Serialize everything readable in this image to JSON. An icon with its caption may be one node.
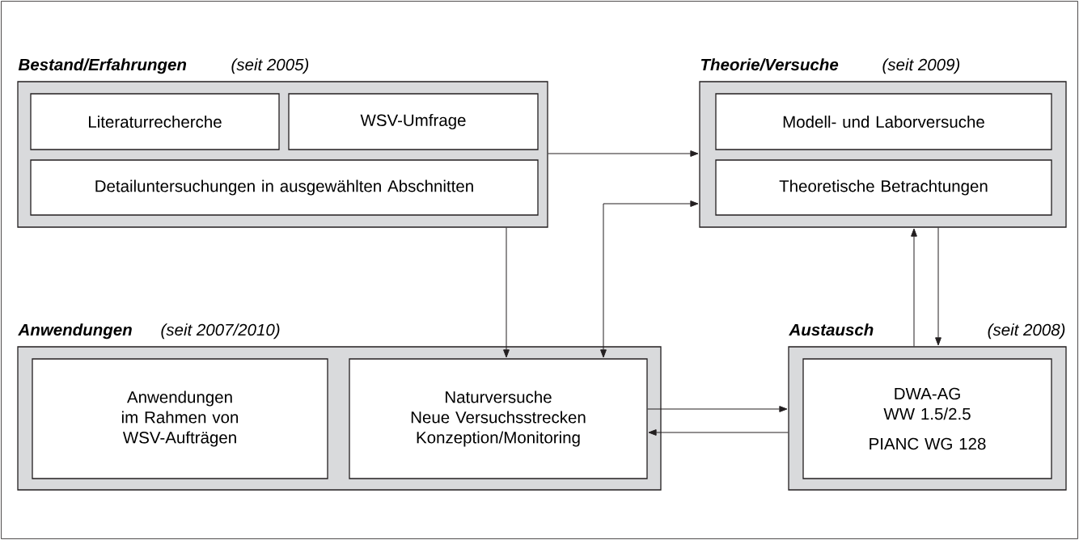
{
  "diagram": {
    "nodes": [
      {
        "text": [
          "Bestand/Erfahrungen",
          "(seit 2005)"
        ]
      },
      {
        "text": [
          "Literaturrecherche"
        ],
        "in": 0
      },
      {
        "text": [
          "WSV-Umfrage"
        ],
        "in": 0
      },
      {
        "text": [
          "Detailuntersuchungen in ausgewählten Abschnitten"
        ],
        "in": 0
      },
      {
        "text": [
          "Theorie/Versuche",
          "(seit 2009)"
        ]
      },
      {
        "text": [
          "Modell- und Laborversuche"
        ],
        "in": 4
      },
      {
        "text": [
          "Theoretische Betrachtungen"
        ],
        "in": 4
      },
      {
        "text": [
          "Anwendungen",
          "(seit 2007/2010)"
        ]
      },
      {
        "text": [
          "Anwendungen im Rahmen von WSV-Aufträgen"
        ],
        "in": 7
      },
      {
        "text": [
          "Naturversuche",
          "Neue Versuchsstrecken",
          "Konzeption/Monitoring"
        ],
        "in": 7
      },
      {
        "text": [
          "Austausch",
          "(seit 2008)"
        ]
      },
      {
        "text": [
          "DWA-AG",
          "WW 1.5/2.5",
          "PIANC WG 128"
        ],
        "in": 10
      }
    ],
    "edges": [
      {
        "from": 0,
        "to": 4,
        "arrow": "to"
      },
      {
        "from": 0,
        "to": 9,
        "arrow": "to"
      },
      {
        "from": 9,
        "to": 4,
        "arrow": "both"
      },
      {
        "from": 10,
        "to": 4,
        "arrow": "to"
      },
      {
        "from": 4,
        "to": 10,
        "arrow": "to"
      },
      {
        "from": 9,
        "to": 10,
        "arrow": "to"
      },
      {
        "from": 10,
        "to": 9,
        "arrow": "to"
      }
    ]
  }
}
